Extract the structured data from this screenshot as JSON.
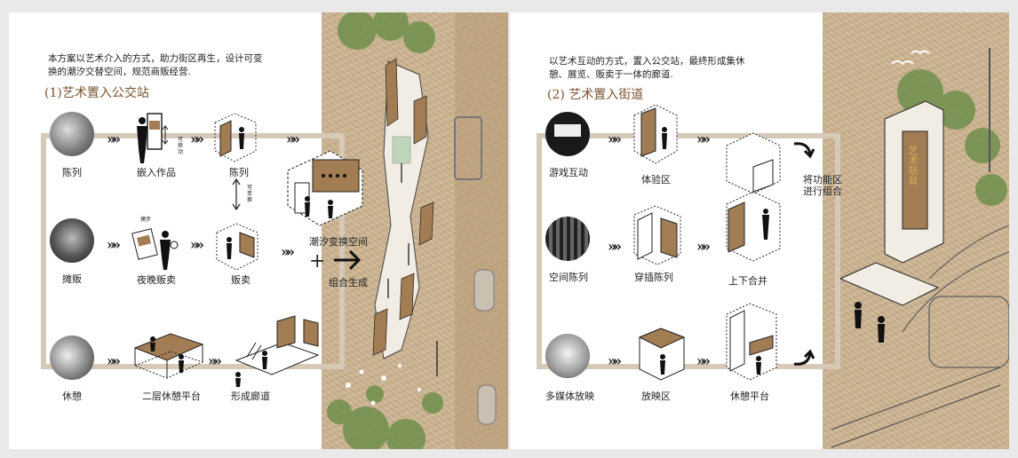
{
  "left": {
    "intro": "本方案以艺术介入的方式，助力街区再生，设计可变换的潮汐交替空间，规范商贩经营.",
    "heading": "(1)艺术置入公交站",
    "labels": {
      "display_circle": "陈列",
      "embed": "嵌入作品",
      "display": "陈列",
      "movable_1": "可移动",
      "movable_2": "可变换",
      "stall_circle": "摊贩",
      "night_sale": "夜晚贩卖",
      "sale": "贩卖",
      "tidal": "潮汐变换空间",
      "combine": "组合生成",
      "rest_circle": "休憩",
      "platform": "二层休憩平台",
      "corridor": "形成廊道",
      "tiny_note": "摸步"
    }
  },
  "right": {
    "intro": "以艺术互动的方式，置入公交站，最终形成集休憩、展览、贩卖于一体的廊道.",
    "heading": "(2) 艺术置入街道",
    "labels": {
      "game": "游戏互动",
      "experience": "体验区",
      "space_display": "空间陈列",
      "interleave": "穿插陈列",
      "merge": "上下合并",
      "combine_func": "将功能区进行组合",
      "multimedia": "多媒体放映",
      "screening": "放映区",
      "rest_platform": "休憩平台",
      "sign": "艺术站台"
    }
  },
  "colors": {
    "accent": "#7a5230",
    "flow": "#d6c9b8",
    "paper": "#cdb592",
    "panel": "#a27c52"
  }
}
